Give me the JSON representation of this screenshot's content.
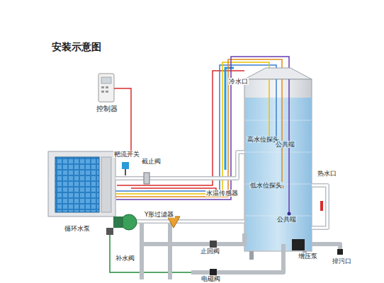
{
  "diagram": {
    "title": "安装示意图",
    "nodes": [
      {
        "text": [
          "控制器"
        ]
      }
    ],
    "labels": [
      "靶流开关",
      "截止阀",
      "冷水口",
      "高水位探头",
      "公共端",
      "低水位探头",
      "水温传感器",
      "热水口",
      "公共端",
      "Y形过滤器",
      "循环水泵",
      "补水阀",
      "止回阀",
      "电磁阀",
      "增压泵",
      "排污口"
    ]
  }
}
